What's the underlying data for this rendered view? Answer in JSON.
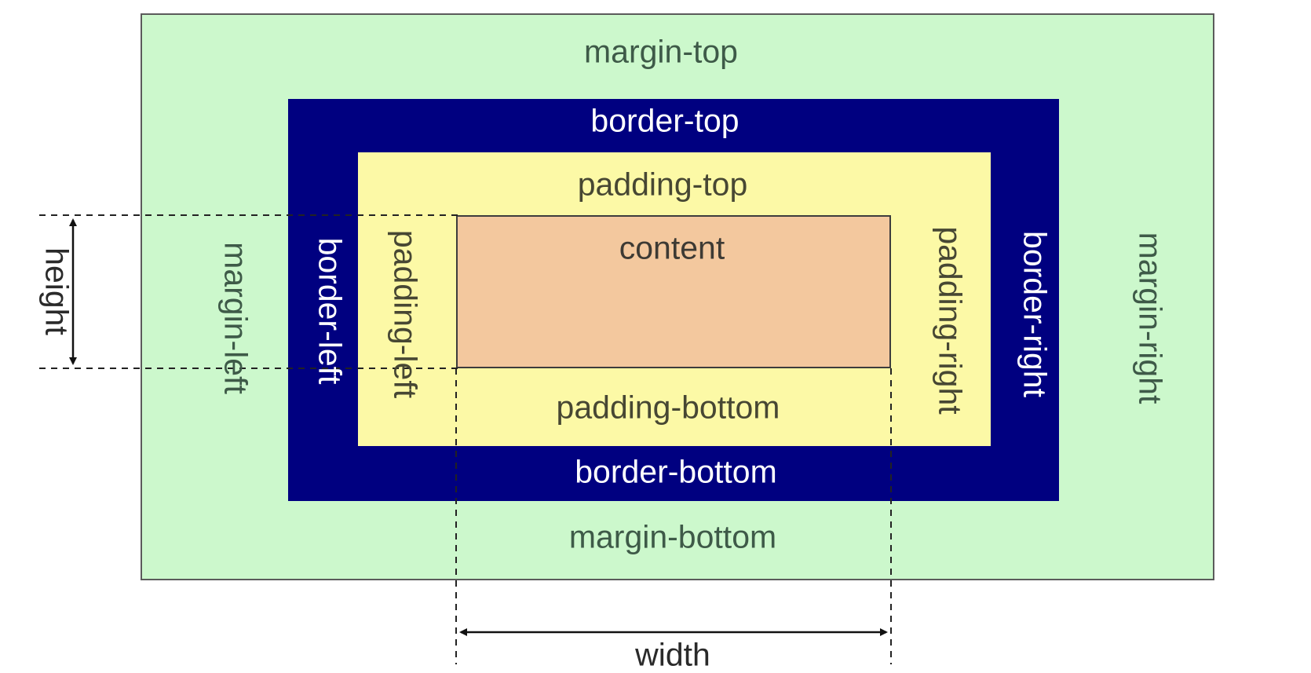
{
  "colors": {
    "margin": "#ccf8cc",
    "border": "#000080",
    "padding": "#fcf9a6",
    "content": "#f3c89e"
  },
  "labels": {
    "margin_top": "margin-top",
    "margin_bottom": "margin-bottom",
    "margin_left": "margin-left",
    "margin_right": "margin-right",
    "border_top": "border-top",
    "border_bottom": "border-bottom",
    "border_left": "border-left",
    "border_right": "border-right",
    "padding_top": "padding-top",
    "padding_bottom": "padding-bottom",
    "padding_left": "padding-left",
    "padding_right": "padding-right",
    "content": "content",
    "height": "height",
    "width": "width"
  }
}
